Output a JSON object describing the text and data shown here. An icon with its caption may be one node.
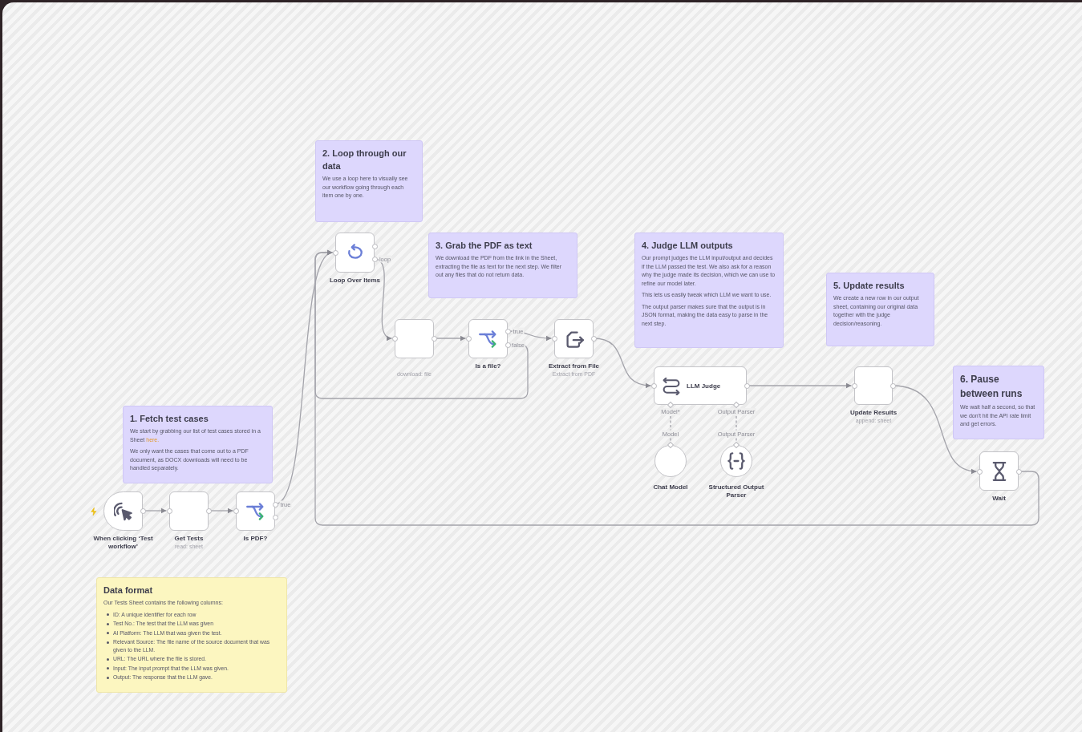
{
  "diagram": {
    "nodes": [
      {
        "text": [
          "1. Fetch test cases",
          "We start by grabbing our list of test cases stored in a Sheet",
          "here.",
          "We only want the cases that come out to a PDF document, as DOCX downloads will need to be handled separately."
        ]
      },
      {
        "text": [
          "When clicking ‘Test workflow’"
        ]
      },
      {
        "text": [
          "Get Tests",
          "read: sheet"
        ]
      },
      {
        "text": [
          "Is PDF?"
        ]
      },
      {
        "text": [
          "2. Loop through our data",
          "We use a loop here to visually see our workflow going through each item one by one."
        ]
      },
      {
        "text": [
          "Loop Over Items"
        ]
      },
      {
        "text": [
          "3. Grab the PDF as text",
          "We download the PDF from the link in the Sheet, extracting the file as text for the next step. We filter out any files that do not return data."
        ]
      },
      {
        "text": [
          "download: file"
        ]
      },
      {
        "text": [
          "Is a file?"
        ]
      },
      {
        "text": [
          "Extract from File",
          "Extract from PDF"
        ]
      },
      {
        "text": [
          "4. Judge LLM outputs",
          "Our prompt judges the LLM input/output and decides if the LLM passed the test. We also ask for a reason why the judge made its decision, which we can use to refine our model later.",
          "This lets us easily tweak which LLM we want to use.",
          "The output parser makes sure that the output is in JSON format, making the data easy to parse in the next step."
        ]
      },
      {
        "text": [
          "LLM Judge"
        ],
        "beside": [
          "Model*",
          "Output Parser"
        ]
      },
      {
        "text": [
          "Chat Model"
        ]
      },
      {
        "text": [
          "Structured Output Parser"
        ]
      },
      {
        "text": [
          "5. Update results",
          "We create a new row in our output sheet, containing our original data together with the judge decision/reasoning."
        ]
      },
      {
        "text": [
          "Update Results",
          "append: sheet"
        ]
      },
      {
        "text": [
          "6. Pause between runs",
          "We wait half a second, so that we don't hit the API rate limit and get errors."
        ]
      },
      {
        "text": [
          "Wait"
        ]
      },
      {
        "text": [
          "Data format",
          "Our Tests Sheet contains the following columns:",
          "ID: A unique identifier for each row",
          "Test No.: The test that the LLM was given",
          "AI Platform: The LLM that was given the test.",
          "Relevant Source: The file name of the source document that was given to the LLM.",
          "URL: The URL where the file is stored.",
          "Input: The input prompt that the LLM was given.",
          "Output: The response that the LLM gave."
        ]
      }
    ],
    "edges": [
      {
        "from": 1,
        "to": 2,
        "arrow": "to"
      },
      {
        "from": 2,
        "to": 3,
        "arrow": "to"
      },
      {
        "from": 3,
        "to": 5,
        "arrow": "to",
        "label": "true"
      },
      {
        "from": 5,
        "to": 7,
        "arrow": "to",
        "label": "loop"
      },
      {
        "from": 7,
        "to": 8,
        "arrow": "to"
      },
      {
        "from": 8,
        "to": 9,
        "arrow": "to",
        "label": "true"
      },
      {
        "from": 8,
        "to": 5,
        "arrow": "to",
        "label": "false"
      },
      {
        "from": 9,
        "to": 11,
        "arrow": "to"
      },
      {
        "from": 11,
        "to": 15,
        "arrow": "to"
      },
      {
        "from": 15,
        "to": 17,
        "arrow": "to"
      },
      {
        "from": 17,
        "to": 5,
        "arrow": "to"
      },
      {
        "from": 12,
        "to": 11,
        "arrow": "none",
        "label": "Model",
        "style": "dashed"
      },
      {
        "from": 13,
        "to": 11,
        "arrow": "none",
        "label": "Output Parser",
        "style": "dashed"
      }
    ]
  }
}
